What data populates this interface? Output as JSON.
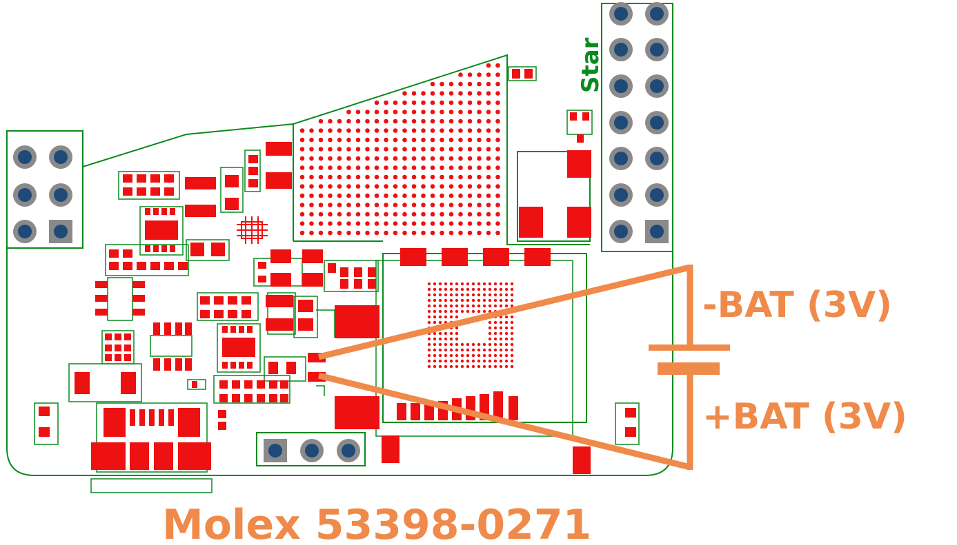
{
  "labels": {
    "silkscreen": "Star",
    "neg_battery": "-BAT (3V)",
    "pos_battery": "+BAT (3V)",
    "connector": "Molex 53398-0271"
  },
  "colors": {
    "background": "#ffffff",
    "board_outline": "#0a8a1e",
    "silkscreen_text": "#0a8a1e",
    "copper_pad": "#ee1111",
    "header_pin": "#1f4a78",
    "header_ring": "#8a8a8a",
    "annotation": "#ef8a4a"
  },
  "icons": {
    "battery": "battery-symbol-icon",
    "header": "pin-header-icon"
  }
}
